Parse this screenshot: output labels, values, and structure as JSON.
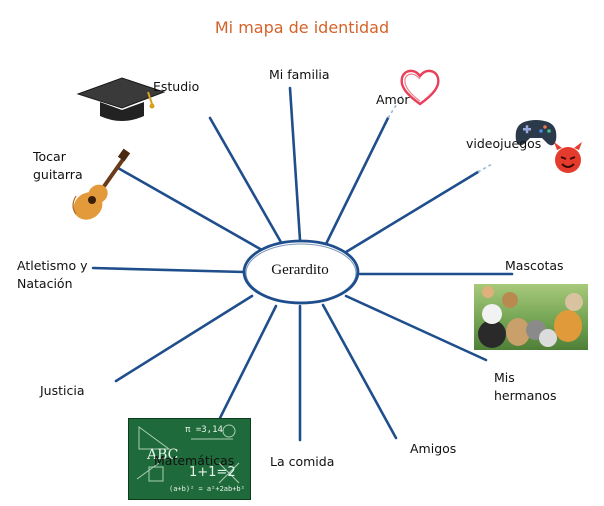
{
  "title": "Mi mapa de identidad",
  "center": "Gerardito",
  "labels": {
    "estudio": "Estudio",
    "familia": "Mi familia",
    "amor": "Amor",
    "videojuegos": "videojuegos",
    "guitarra_1": "Tocar",
    "guitarra_2": "guitarra",
    "atletismo_1": "Atletismo y",
    "atletismo_2": "Natación",
    "mascotas": "Mascotas",
    "justicia": "Justicia",
    "hermanos_1": "Mis",
    "hermanos_2": "hermanos",
    "amigos": "Amigos",
    "comida": "La comida",
    "matematicas": "Matemáticas"
  },
  "board_text": {
    "line1": "π =3,14",
    "line2": "ABC",
    "line3": "1+1=2",
    "line4": "(a+b)² = a²+2ab+b²"
  },
  "colors": {
    "title": "#d4632b",
    "rays": "#1f4e8c",
    "heart": "#e8405a"
  },
  "icons": [
    "graduation-cap-icon",
    "heart-icon",
    "gamepad-icon",
    "devil-emoji-icon",
    "guitar-icon"
  ]
}
